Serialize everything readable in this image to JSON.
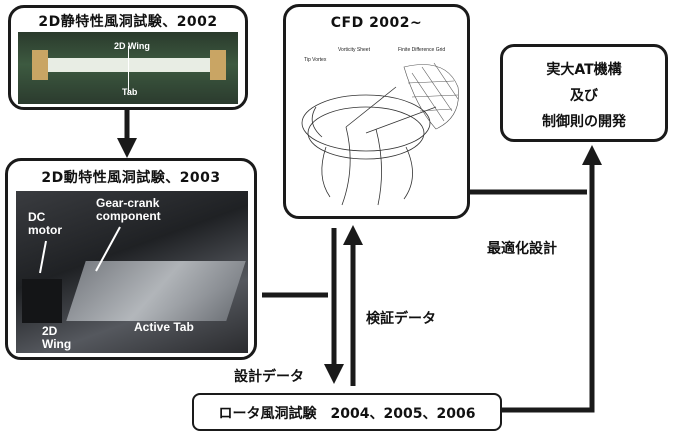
{
  "static_test": {
    "title": "2D静特性風洞試験、2002",
    "wing_label": "2D Wing",
    "tab_label": "Tab"
  },
  "dynamic_test": {
    "title": "2D動特性風洞試験、2003",
    "dc_motor_label": "DC\nmotor",
    "gear_label": "Gear-crank\ncomponent",
    "wing_label": "2D\nWing",
    "active_tab_label": "Active Tab"
  },
  "cfd": {
    "title": "CFD 2002~",
    "labels": {
      "tip_vortex": "Tip Vortex",
      "vorticity_sheet": "Vorticity Sheet",
      "finite_diff_grid": "Finite Difference Grid"
    }
  },
  "full_scale": {
    "lines": [
      "実大AT機構",
      "及び",
      "制御則の開発"
    ]
  },
  "rotor_test": {
    "label": "ロータ風洞試験　2004、2005、2006"
  },
  "flows": {
    "design_data": "設計データ",
    "verification_data": "検証データ",
    "optimization": "最適化設計"
  },
  "colors": {
    "line": "#1a1a1a",
    "photo_dark": "#2b2d30",
    "photo_green": "#2f4a32"
  }
}
